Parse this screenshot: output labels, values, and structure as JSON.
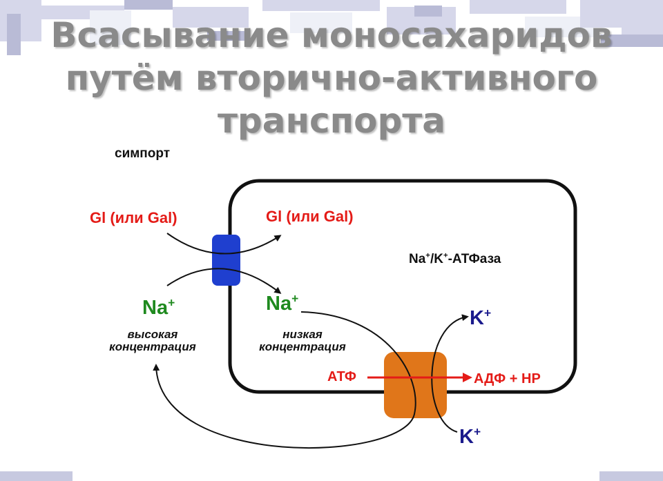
{
  "title": {
    "line1": "Всасывание моносахаридов",
    "line2": "путём вторично-активного",
    "line3": "транспорта"
  },
  "labels": {
    "symport": "симпорт",
    "gl_outside": "Gl (или Gal)",
    "gl_inside": "Gl (или Gal)",
    "na_outside": "Na",
    "na_inside": "Na",
    "plus": "+",
    "high_conc": "высокая концентрация",
    "low_conc": "низкая концентрация",
    "pump_na": "Na",
    "pump_slash_k": "/K",
    "pump_suffix": "-АТФаза",
    "k_inside": "K",
    "k_outside": "K",
    "atp": "АТФ",
    "adp": "АДФ + НР"
  },
  "colors": {
    "title_gray": "#8a8a8a",
    "red": "#e41b17",
    "green": "#1f8a1f",
    "navy": "#1a1a8c",
    "symporter_blue": "#1f3fcf",
    "pump_orange": "#e0761a"
  }
}
